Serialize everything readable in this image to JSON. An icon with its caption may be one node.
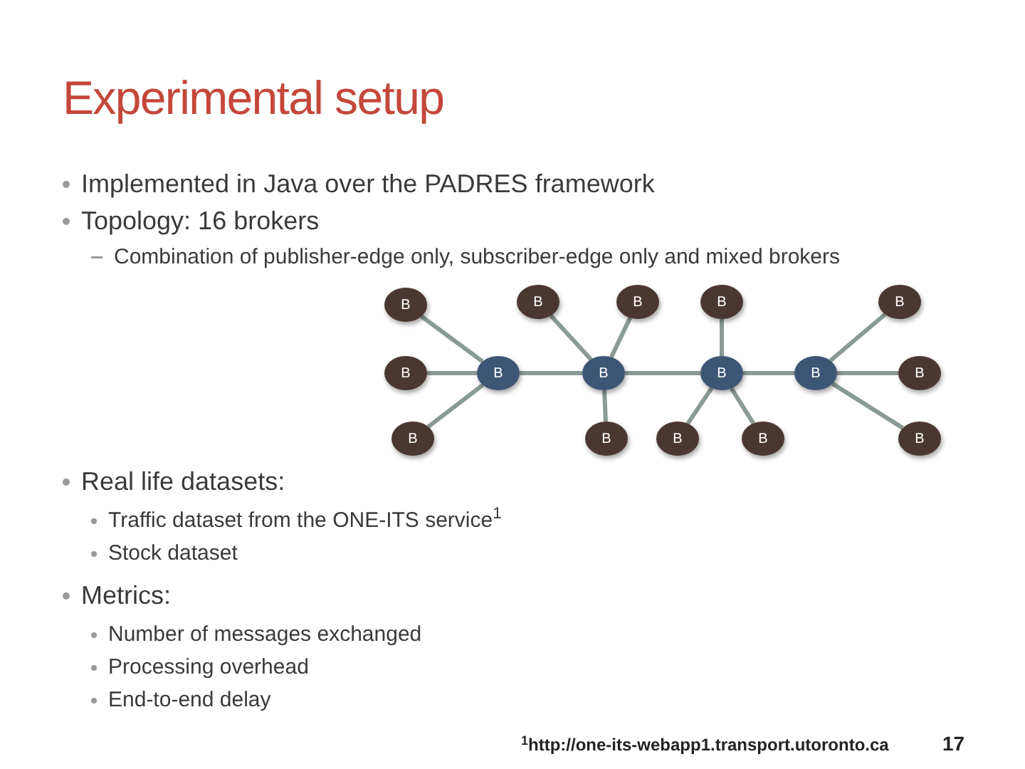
{
  "diagram": {
    "title": "Experimental setup",
    "nodes": [
      {
        "text": [
          "B"
        ]
      },
      {
        "text": [
          "B"
        ]
      },
      {
        "text": [
          "B"
        ]
      },
      {
        "text": [
          "B"
        ]
      },
      {
        "text": [
          "B"
        ]
      },
      {
        "text": [
          "B"
        ]
      },
      {
        "text": [
          "B"
        ]
      },
      {
        "text": [
          "B"
        ]
      },
      {
        "text": [
          "B"
        ]
      },
      {
        "text": [
          "B"
        ]
      },
      {
        "text": [
          "B"
        ]
      },
      {
        "text": [
          "B"
        ]
      },
      {
        "text": [
          "B"
        ]
      },
      {
        "text": [
          "B"
        ]
      },
      {
        "text": [
          "B"
        ]
      },
      {
        "text": [
          "B"
        ]
      }
    ],
    "edges": [
      {
        "from": 0,
        "to": 6,
        "arrow": "none"
      },
      {
        "from": 5,
        "to": 6,
        "arrow": "none"
      },
      {
        "from": 11,
        "to": 6,
        "arrow": "none"
      },
      {
        "from": 6,
        "to": 7,
        "arrow": "none"
      },
      {
        "from": 1,
        "to": 7,
        "arrow": "none"
      },
      {
        "from": 2,
        "to": 7,
        "arrow": "none"
      },
      {
        "from": 12,
        "to": 7,
        "arrow": "none"
      },
      {
        "from": 7,
        "to": 8,
        "arrow": "none"
      },
      {
        "from": 3,
        "to": 8,
        "arrow": "none"
      },
      {
        "from": 13,
        "to": 8,
        "arrow": "none"
      },
      {
        "from": 14,
        "to": 8,
        "arrow": "none"
      },
      {
        "from": 8,
        "to": 9,
        "arrow": "none"
      },
      {
        "from": 4,
        "to": 9,
        "arrow": "none"
      },
      {
        "from": 10,
        "to": 9,
        "arrow": "none"
      },
      {
        "from": 15,
        "to": 9,
        "arrow": "none"
      }
    ],
    "labels": [
      "Implemented in Java over the PADRES framework",
      "Topology: 16 brokers",
      "Combination of publisher-edge only, subscriber-edge only and mixed brokers",
      "Real life datasets:",
      "Traffic dataset from the ONE-ITS service$^{1}$",
      "Stock dataset",
      "Metrics:",
      "Number of messages exchanged",
      "Processing overhead",
      "End-to-end delay",
      "$^{1}$http://one-its-webapp1.transport.utoronto.ca",
      "17"
    ]
  }
}
